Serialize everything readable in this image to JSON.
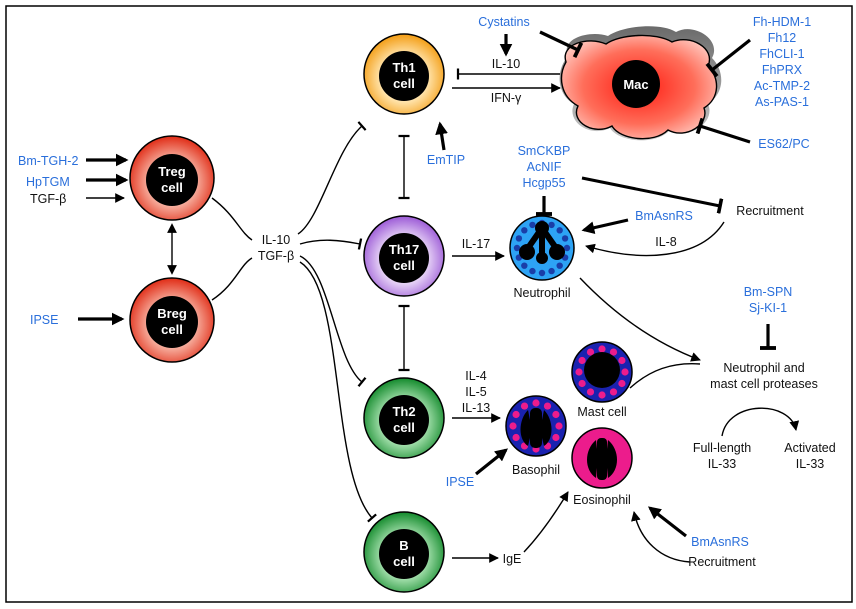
{
  "cells": {
    "th1": [
      "Th1",
      "cell"
    ],
    "th17": [
      "Th17",
      "cell"
    ],
    "th2": [
      "Th2",
      "cell"
    ],
    "b": [
      "B",
      "cell"
    ],
    "treg": [
      "Treg",
      "cell"
    ],
    "breg": [
      "Breg",
      "cell"
    ],
    "mac": "Mac",
    "neutrophil": "Neutrophil",
    "mast": "Mast cell",
    "basophil": "Basophil",
    "eosinophil": "Eosinophil"
  },
  "cytokines": {
    "il10_tgfb": [
      "IL-10",
      "TGF-β"
    ],
    "treg_inputs": [
      "Bm-TGH-2",
      "HpTGM",
      "TGF-β"
    ],
    "il10_mac": "IL-10",
    "ifng": "IFN-γ",
    "il17": "IL-17",
    "il8": "IL-8",
    "th2_cytokines": [
      "IL-4",
      "IL-5",
      "IL-13"
    ],
    "ige": "IgE"
  },
  "helminth_molecules": {
    "ipse_breg": "IPSE",
    "cystatins": "Cystatins",
    "mac_group": [
      "Fh-HDM-1",
      "Fh12",
      "FhCLI-1",
      "FhPRX",
      "Ac-TMP-2",
      "As-PAS-1"
    ],
    "es62": "ES62/PC",
    "emtip": "EmTIP",
    "neutro_group": [
      "SmCKBP",
      "AcNIF",
      "Hcgp55"
    ],
    "bmasnrs_neutro": "BmAsnRS",
    "serpins": [
      "Bm-SPN",
      "Sj-KI-1"
    ],
    "ipse_baso": "IPSE",
    "bmasnrs_eos": "BmAsnRS"
  },
  "labels": {
    "recruitment_top": "Recruitment",
    "recruitment_bottom": "Recruitment",
    "proteases": [
      "Neutrophil and",
      "mast cell proteases"
    ],
    "full_length": [
      "Full-length",
      "IL-33"
    ],
    "activated": [
      "Activated",
      "IL-33"
    ]
  },
  "colors": {
    "helminth_text": "#2a6fdb",
    "th1": "#f5a623",
    "th17": "#b07fe0",
    "th2": "#1f9e3a",
    "b_cell": "#1f9e3a",
    "treg_breg": "#e63a22",
    "mac": "#ff3b2a",
    "neutrophil": "#2196f3",
    "basophil_mast": "#1a1aa8",
    "eosinophil": "#ec1c8c"
  }
}
